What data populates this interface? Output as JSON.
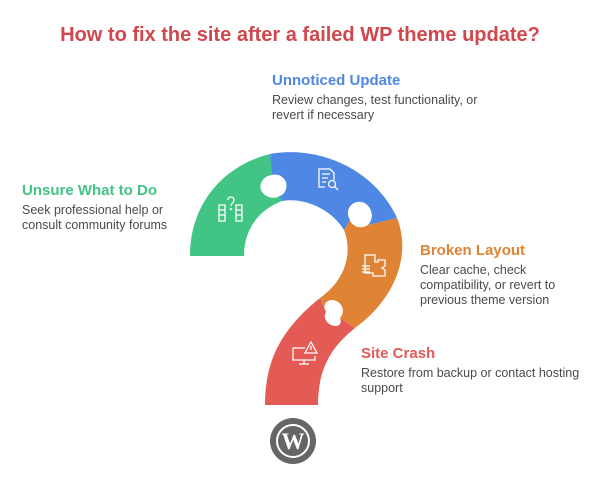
{
  "title": "How to fix the site after a failed WP theme update?",
  "colors": {
    "title": "#d0474d",
    "green": "#41c484",
    "blue": "#4e87e4",
    "orange": "#df8335",
    "red": "#e45a55",
    "logo": "#666666",
    "text": "#4a4a4a"
  },
  "items": [
    {
      "key": "blue",
      "title": "Unnoticed Update",
      "description": "Review changes, test functionality, or revert if necessary",
      "icon": "document-search-icon",
      "color": "#4e87e4"
    },
    {
      "key": "green",
      "title": "Unsure What to Do",
      "description": "Seek professional help or consult community forums",
      "icon": "question-columns-icon",
      "color": "#41c484"
    },
    {
      "key": "orange",
      "title": "Broken Layout",
      "description": "Clear cache, check compatibility, or revert to previous theme version",
      "icon": "puzzle-layout-icon",
      "color": "#df8335"
    },
    {
      "key": "red",
      "title": "Site Crash",
      "description": "Restore from backup or contact hosting support",
      "icon": "monitor-warning-icon",
      "color": "#e45a55"
    }
  ],
  "logo": "wordpress-logo-icon"
}
